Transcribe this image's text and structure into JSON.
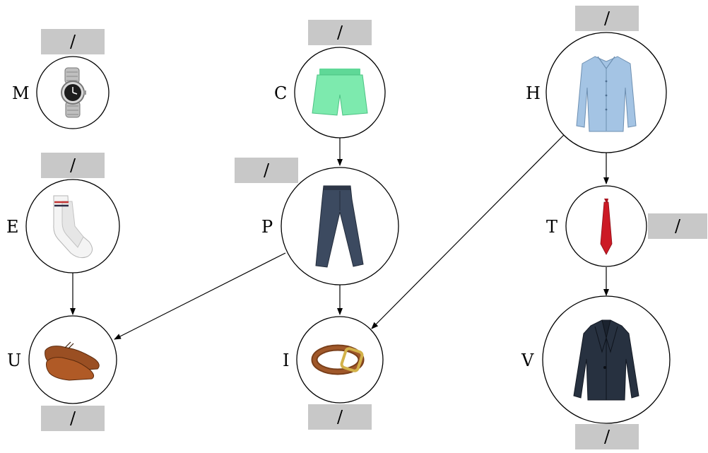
{
  "nodes": {
    "M": {
      "letter": "M",
      "slot": "/",
      "item": "watch-icon"
    },
    "C": {
      "letter": "C",
      "slot": "/",
      "item": "shorts-icon"
    },
    "H": {
      "letter": "H",
      "slot": "/",
      "item": "shirt-icon"
    },
    "E": {
      "letter": "E",
      "slot": "/",
      "item": "socks-icon"
    },
    "P": {
      "letter": "P",
      "slot": "/",
      "item": "jeans-icon"
    },
    "T": {
      "letter": "T",
      "slot": "/",
      "item": "tie-icon"
    },
    "U": {
      "letter": "U",
      "slot": "/",
      "item": "shoes-icon"
    },
    "I": {
      "letter": "I",
      "slot": "/",
      "item": "belt-icon"
    },
    "V": {
      "letter": "V",
      "slot": "/",
      "item": "jacket-icon"
    }
  },
  "edges": [
    {
      "from": "C",
      "to": "P"
    },
    {
      "from": "E",
      "to": "U"
    },
    {
      "from": "P",
      "to": "U"
    },
    {
      "from": "P",
      "to": "I"
    },
    {
      "from": "H",
      "to": "I"
    },
    {
      "from": "H",
      "to": "T"
    },
    {
      "from": "T",
      "to": "V"
    }
  ],
  "colors": {
    "slot_fill": "#c8c8c8",
    "stroke": "#000000"
  }
}
